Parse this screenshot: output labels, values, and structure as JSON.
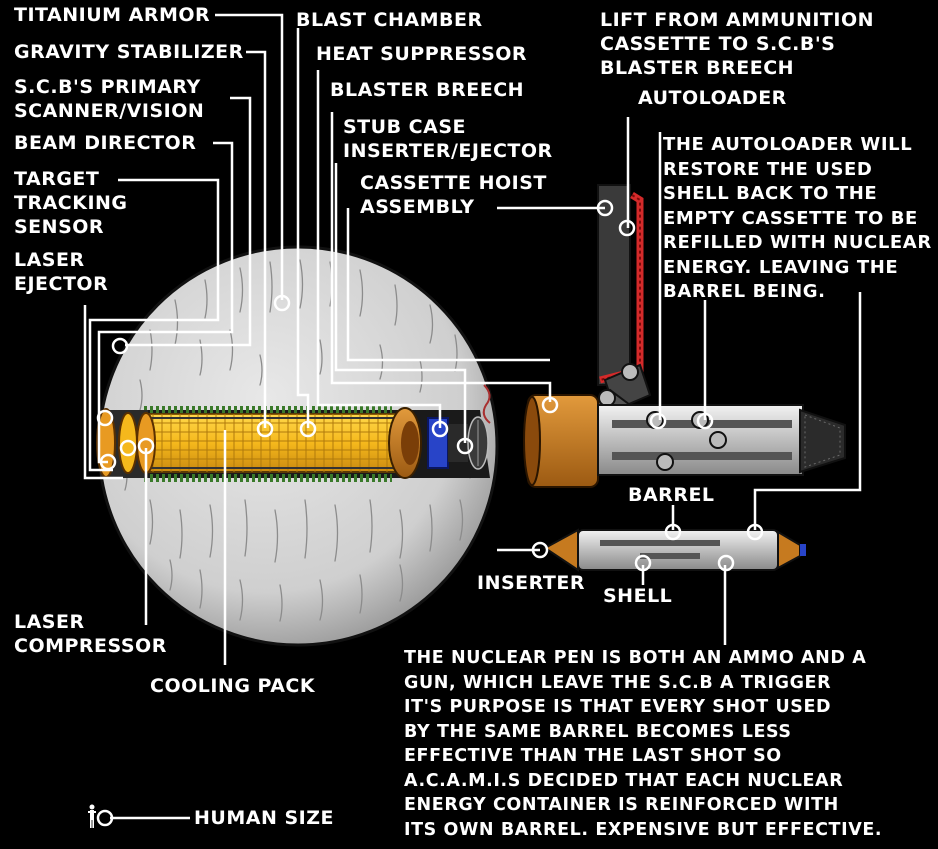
{
  "labels": {
    "titanium_armor": "Titanium Armor",
    "gravity_stabilizer": "Gravity Stabilizer",
    "primary_scanner": "S.C.B's Primary\nScanner/Vision",
    "beam_director": "Beam Director",
    "target_tracking": "Target\nTracking\nSensor",
    "laser_ejector": "Laser\nEjector",
    "blast_chamber": "Blast Chamber",
    "heat_suppressor": "Heat Suppressor",
    "blaster_breech": "Blaster Breech",
    "stub_case": "Stub Case\nInserter/Ejector",
    "cassette_hoist": "Cassette Hoist\nAssembly",
    "lift": "Lift From Ammunition\nCassette to S.C.B's\nBlaster Breech",
    "autoloader": "Autoloader",
    "barrel": "Barrel",
    "inserter": "Inserter",
    "shell": "Shell",
    "laser_compressor": "Laser\nCompressor",
    "cooling_pack": "Cooling Pack",
    "human_size": "Human Size"
  },
  "notes": {
    "autoloader_lines": [
      "The autoloader will",
      "restore the used",
      "shell back to the",
      "empty cassette to be",
      "refilled with nuclear",
      "energy. Leaving the",
      "barrel being."
    ],
    "nuclear_pen_lines": [
      "The nuclear pen is both an ammo and a",
      "gun, which leave the S.C.B a trigger",
      "it's purpose is that every shot used",
      "by the same barrel becomes less",
      "effective than the last shot so",
      "A.C.A.M.I.S decided that each nuclear",
      "energy container is reinforced with",
      "its own barrel. Expensive but effective."
    ]
  },
  "colors": {
    "background": "#000000",
    "sphere": "#d6d6d6",
    "blast_chamber": "#f2b61c",
    "copper": "#c67a1f",
    "gunmetal": "#3a3a3a",
    "leader_line": "#ffffff",
    "cable_red": "#d42a2a",
    "capacitor_blue": "#2844c8"
  },
  "icons": {
    "human_size": "human-figure-icon"
  }
}
